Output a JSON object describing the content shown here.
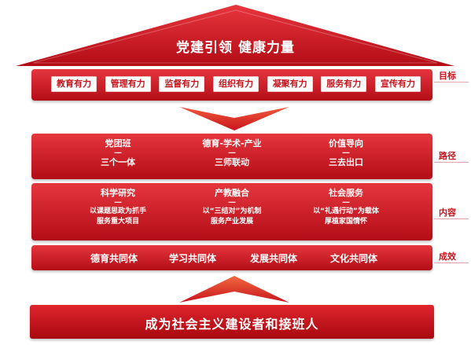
{
  "header": {
    "title": "党建引领 健康力量"
  },
  "band_pills": [
    "教育有力",
    "管理有力",
    "监督有力",
    "组织有力",
    "凝聚有力",
    "服务有力",
    "宣传有力"
  ],
  "path_cols": [
    {
      "top": "党团班",
      "divider": "—",
      "bottom": "三个一体"
    },
    {
      "top": "德育-学术-产业",
      "divider": "—",
      "bottom": "三师联动"
    },
    {
      "top": "价值导向",
      "divider": "—",
      "bottom": "三去出口"
    }
  ],
  "content_cols": [
    {
      "top": "科学研究",
      "divider": "—",
      "line1": "以课题思政为抓手",
      "line2": "服务重大项目"
    },
    {
      "top": "产教融合",
      "divider": "—",
      "line1": "以“三结对”为机制",
      "line2": "服务产业发展"
    },
    {
      "top": "社会服务",
      "divider": "—",
      "line1": "以“礼遇行动”为载体",
      "line2": "厚植家国情怀"
    }
  ],
  "communities": [
    "德育共同体",
    "学习共同体",
    "发展共同体",
    "文化共同体"
  ],
  "bottom": {
    "text": "成为社会主义建设者和接班人"
  },
  "side_labels": {
    "goal": "目标",
    "path": "路径",
    "content": "内容",
    "result": "成效"
  },
  "colors": {
    "primary": "#c8141d",
    "light": "#e5363d",
    "dark": "#a8080f"
  }
}
